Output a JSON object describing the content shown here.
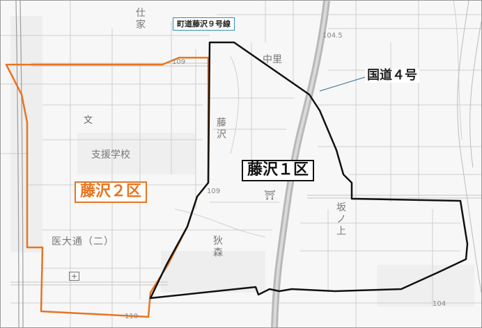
{
  "labels": {
    "road_town": "町道藤沢９号線",
    "national_road": "国道４号",
    "district_1": "藤沢１区",
    "district_2": "藤沢２区"
  },
  "place_names": {
    "school": "支援学校",
    "idaidori": "医大通（二）",
    "fujisawa": "藤沢",
    "sakanoue": "坂ノ上",
    "sako_mori": "狄森",
    "naka": "中里",
    "shi": "仕",
    "ie": "家"
  },
  "elevations": {
    "e104_5": "104.5",
    "e109_a": "109",
    "e109_b": "109",
    "e104": "104",
    "e110": "110"
  },
  "icons": {
    "school": "school-symbol-icon",
    "shrine": "shrine-symbol-icon",
    "hospital": "hospital-symbol-icon"
  },
  "colors": {
    "district_1": "#111111",
    "district_2": "#e8741e",
    "road_label_border": "#2a8fb0",
    "national_road": "#b8b8b8"
  }
}
